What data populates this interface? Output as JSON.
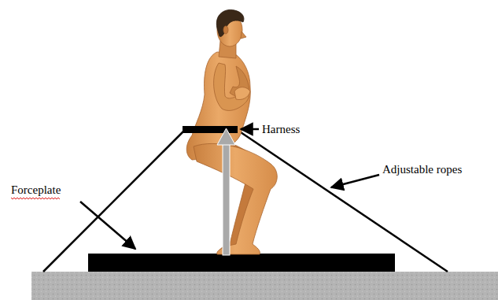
{
  "diagram": {
    "labels": [
      "Harness",
      "Adjustable ropes",
      "Forceplate"
    ]
  }
}
